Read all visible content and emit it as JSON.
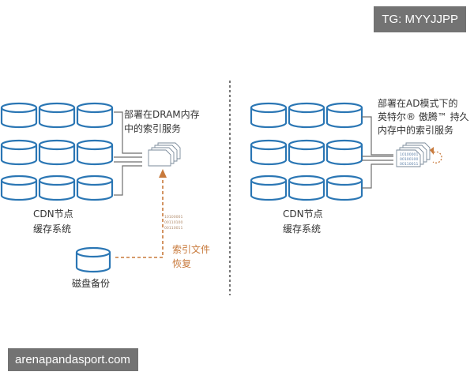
{
  "colors": {
    "cylinder_stroke": "#2a76b4",
    "connector": "#6e6e6e",
    "accent_orange": "#c87a3c",
    "text": "#333333",
    "divider": "#555555"
  },
  "watermarks": {
    "top_right": "TG: MYYJJPP",
    "bottom_left": "arenapandasport.com"
  },
  "left_panel": {
    "caption_line1": "部署在DRAM内存",
    "caption_line2": "中的索引服务",
    "cluster_label_line1": "CDN节点",
    "cluster_label_line2": "缓存系统",
    "backup_label": "磁盘备份",
    "restore_label_line1": "索引文件",
    "restore_label_line2": "恢复",
    "binary_lines": [
      "10100001",
      "00110100",
      "00110011"
    ]
  },
  "right_panel": {
    "caption_line1": "部署在AD模式下的",
    "caption_line2": "英特尔® 傲腾™ 持久",
    "caption_line3": "内存中的索引服务",
    "cluster_label_line1": "CDN节点",
    "cluster_label_line2": "缓存系统",
    "binary_lines": [
      "10100001",
      "00100100",
      "00110011"
    ]
  }
}
